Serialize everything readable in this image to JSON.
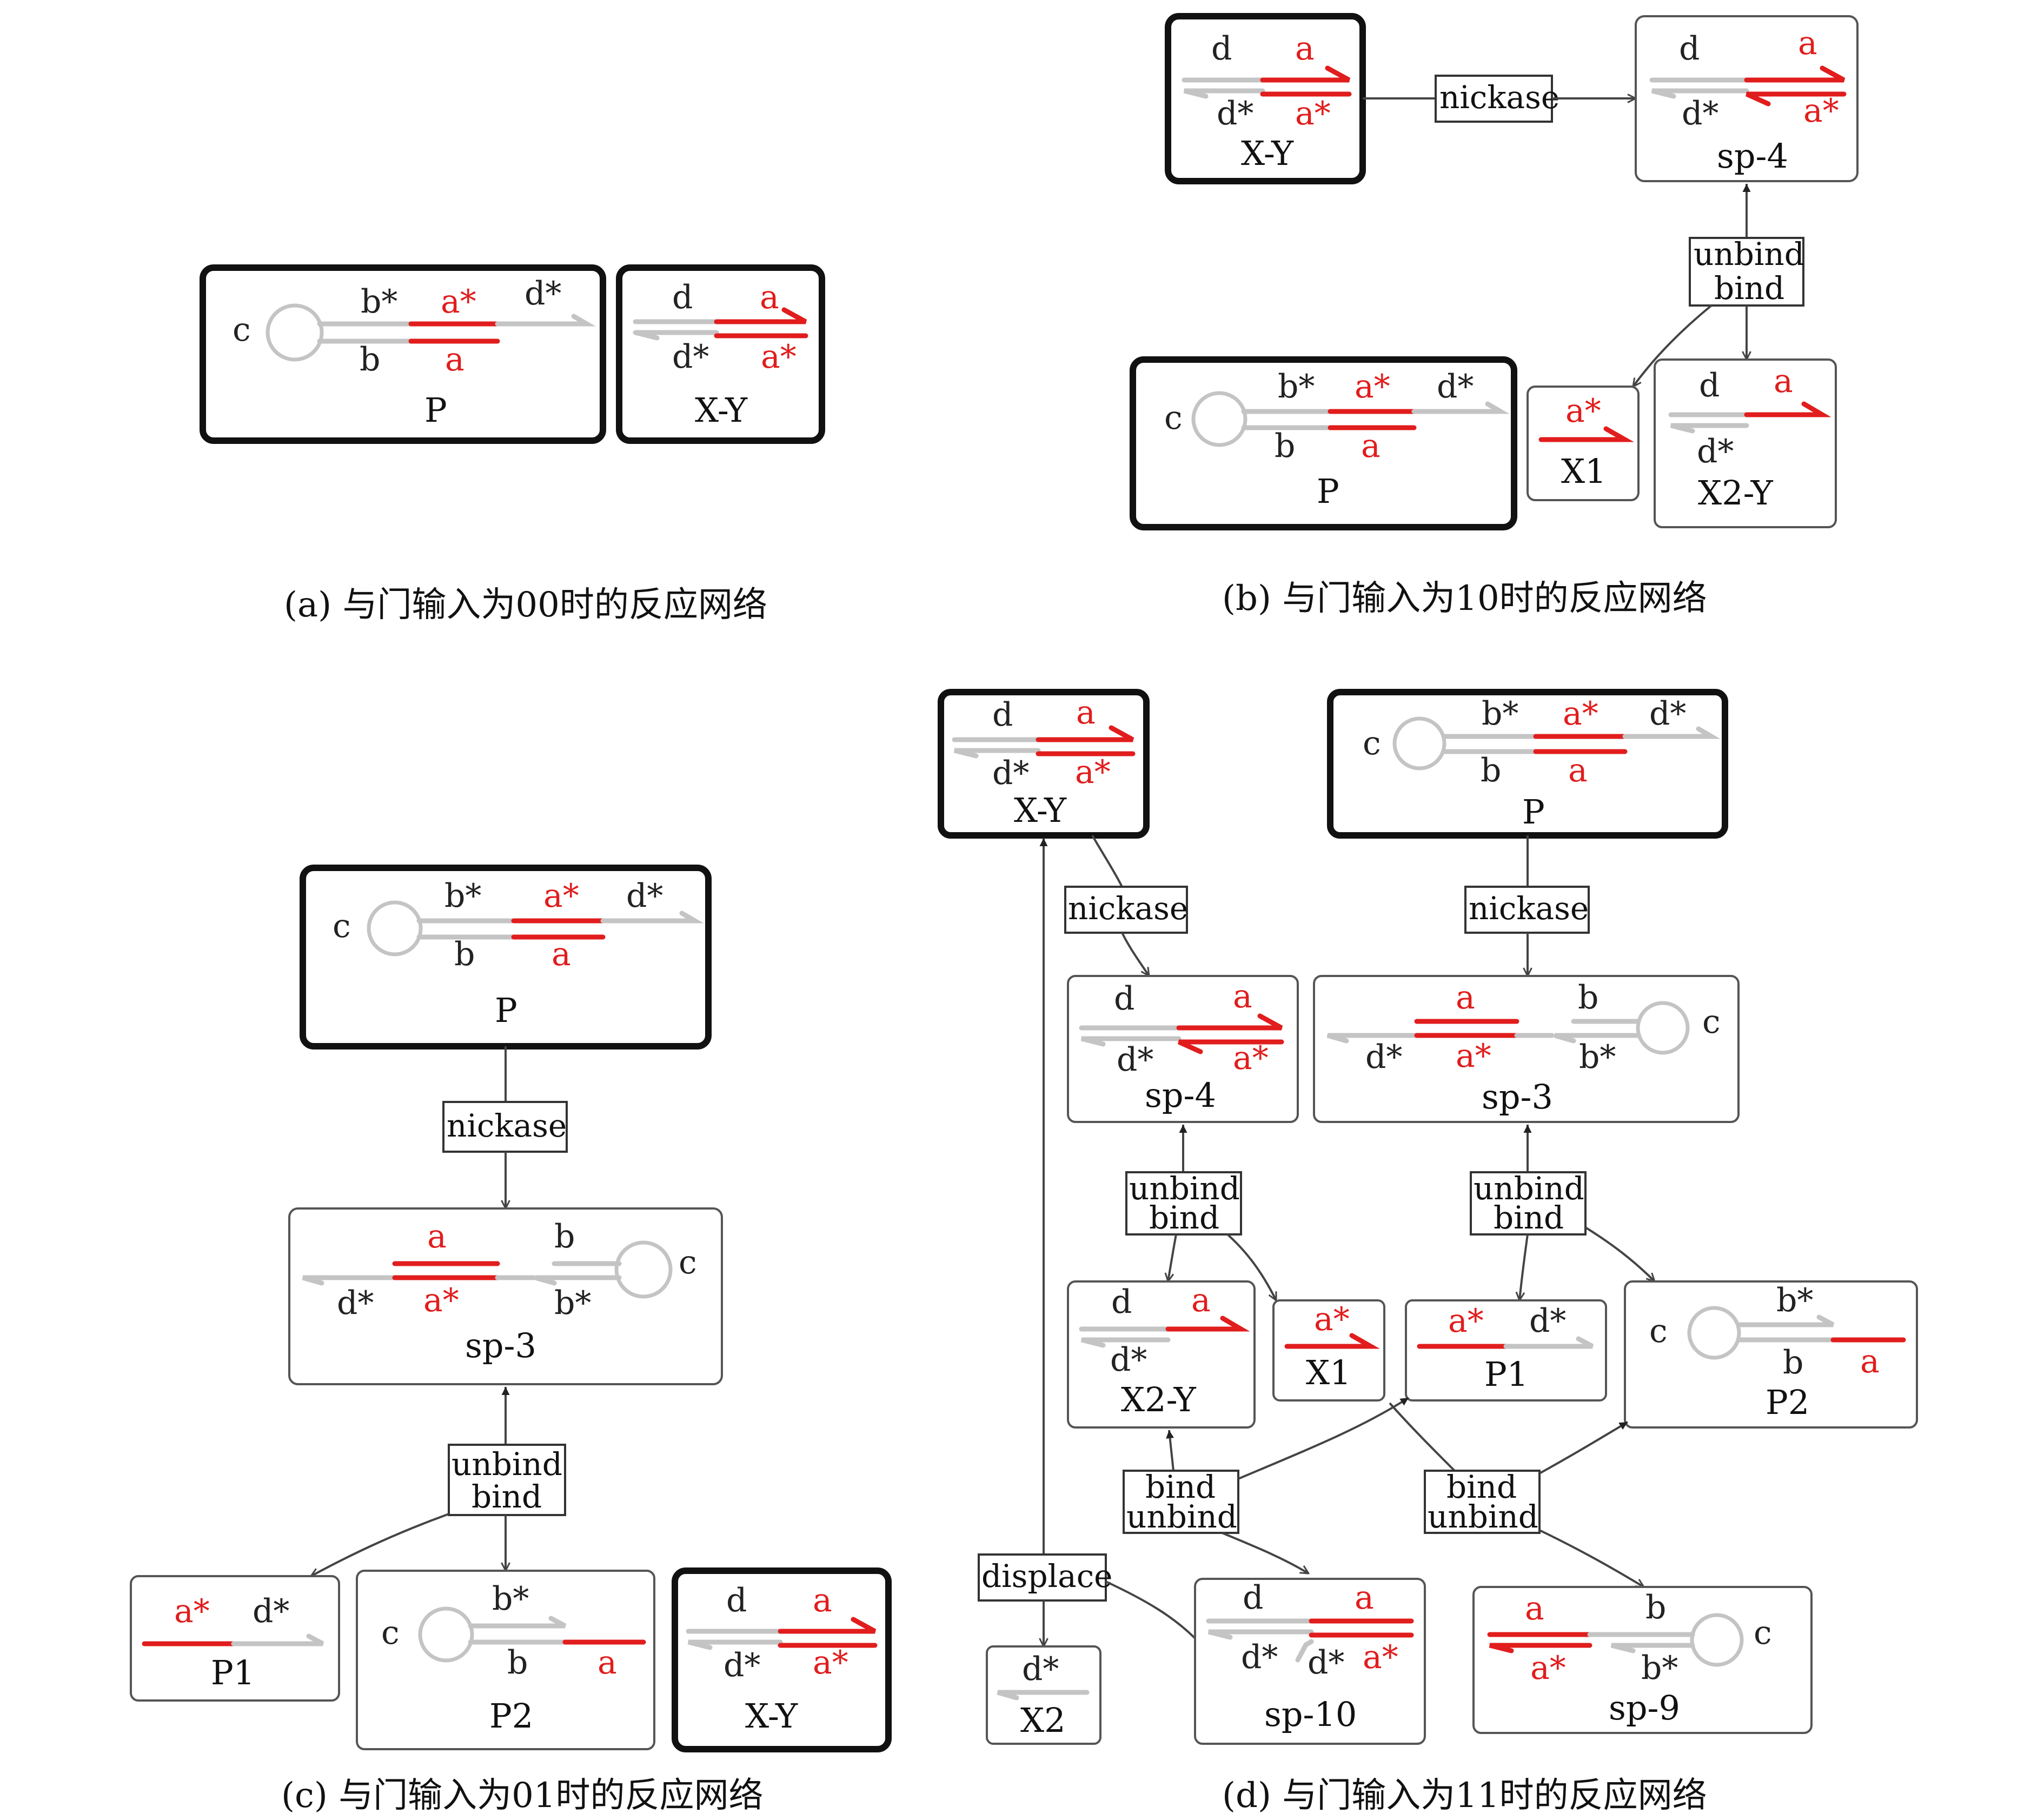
{
  "domains": {
    "a": "a",
    "a_star": "a*",
    "b": "b",
    "b_star": "b*",
    "c": "c",
    "d": "d",
    "d_star": "d*"
  },
  "species": {
    "P": "P",
    "XY": "X-Y",
    "sp3": "sp-3",
    "sp4": "sp-4",
    "sp9": "sp-9",
    "sp10": "sp-10",
    "X1": "X1",
    "X2": "X2",
    "X2Y": "X2-Y",
    "P1": "P1",
    "P2": "P2"
  },
  "reactions": {
    "nickase": "nickase",
    "unbind": "unbind",
    "bind": "bind",
    "displace": "displace"
  },
  "captions": {
    "a": "(a) 与门输入为00时的反应网络",
    "b": "(b) 与门输入为10时的反应网络",
    "c": "(c) 与门输入为01时的反应网络",
    "d": "(d) 与门输入为11时的反应网络"
  },
  "colors": {
    "domain_red": "#e11d1d",
    "domain_gray": "#c4c4c4",
    "box_border": "#111111"
  }
}
